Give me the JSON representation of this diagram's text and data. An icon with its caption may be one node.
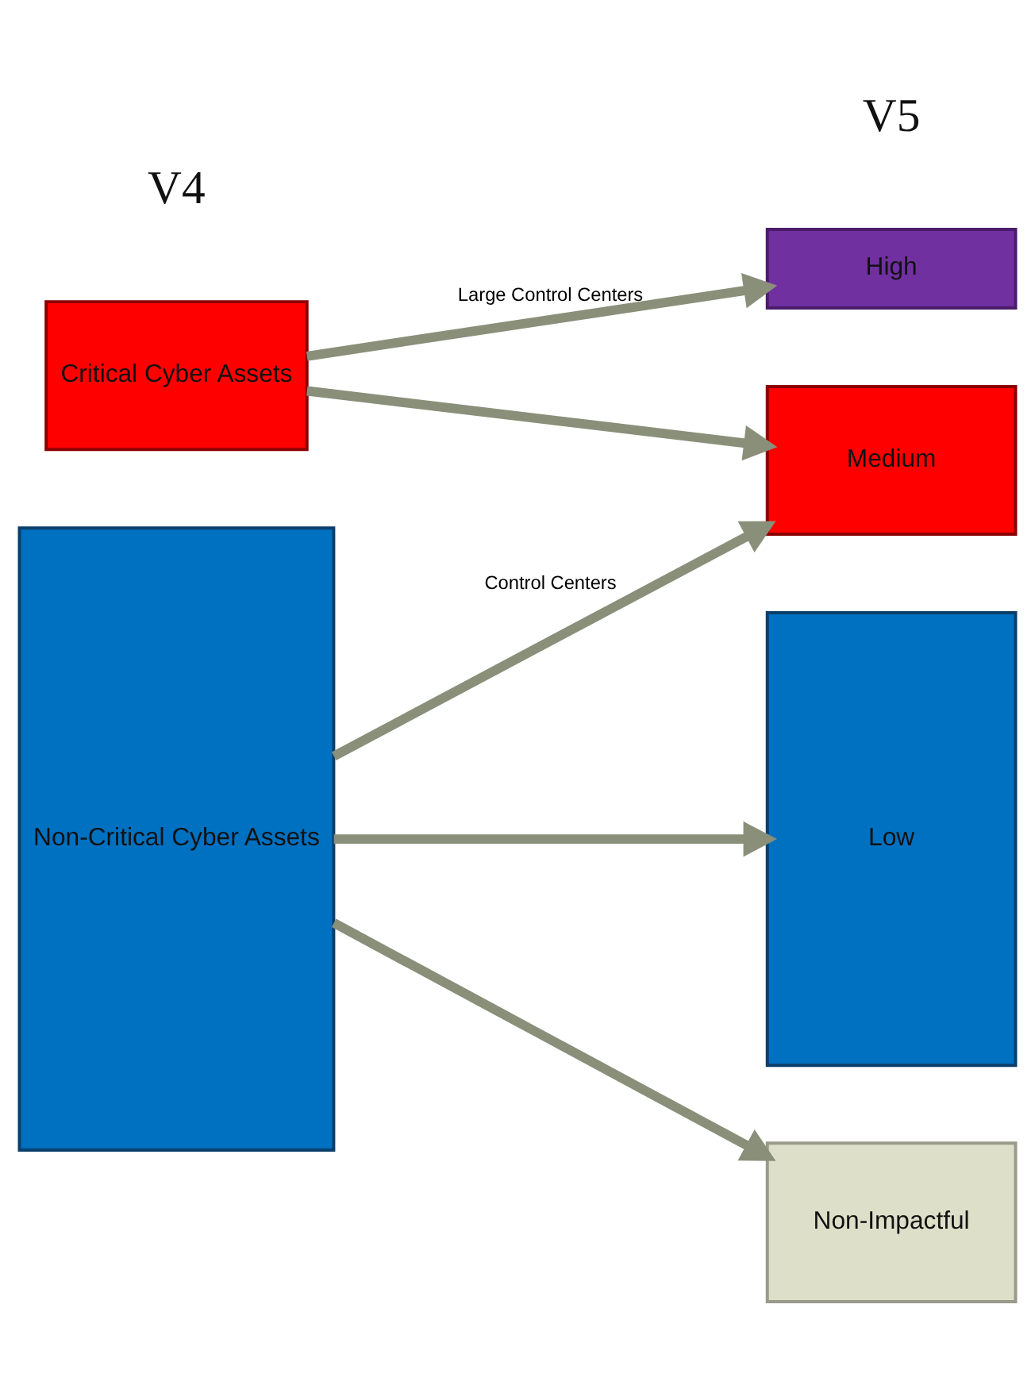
{
  "diagram": {
    "nodes": [
      {
        "text": [
          "Critical Cyber Assets"
        ]
      },
      {
        "text": [
          "Non-Critical Cyber Assets"
        ]
      },
      {
        "text": [
          "High"
        ]
      },
      {
        "text": [
          "Medium"
        ]
      },
      {
        "text": [
          "Low"
        ]
      },
      {
        "text": [
          "Non-Impactful"
        ]
      }
    ],
    "edges": [
      {
        "from": 0,
        "to": 2,
        "arrow": "to",
        "label": "Large Control Centers"
      },
      {
        "from": 0,
        "to": 3,
        "arrow": "to"
      },
      {
        "from": 1,
        "to": 3,
        "arrow": "to",
        "label": "Control Centers"
      },
      {
        "from": 1,
        "to": 4,
        "arrow": "to"
      },
      {
        "from": 1,
        "to": 5,
        "arrow": "to"
      }
    ],
    "labels": [
      "V4",
      "V5"
    ]
  }
}
